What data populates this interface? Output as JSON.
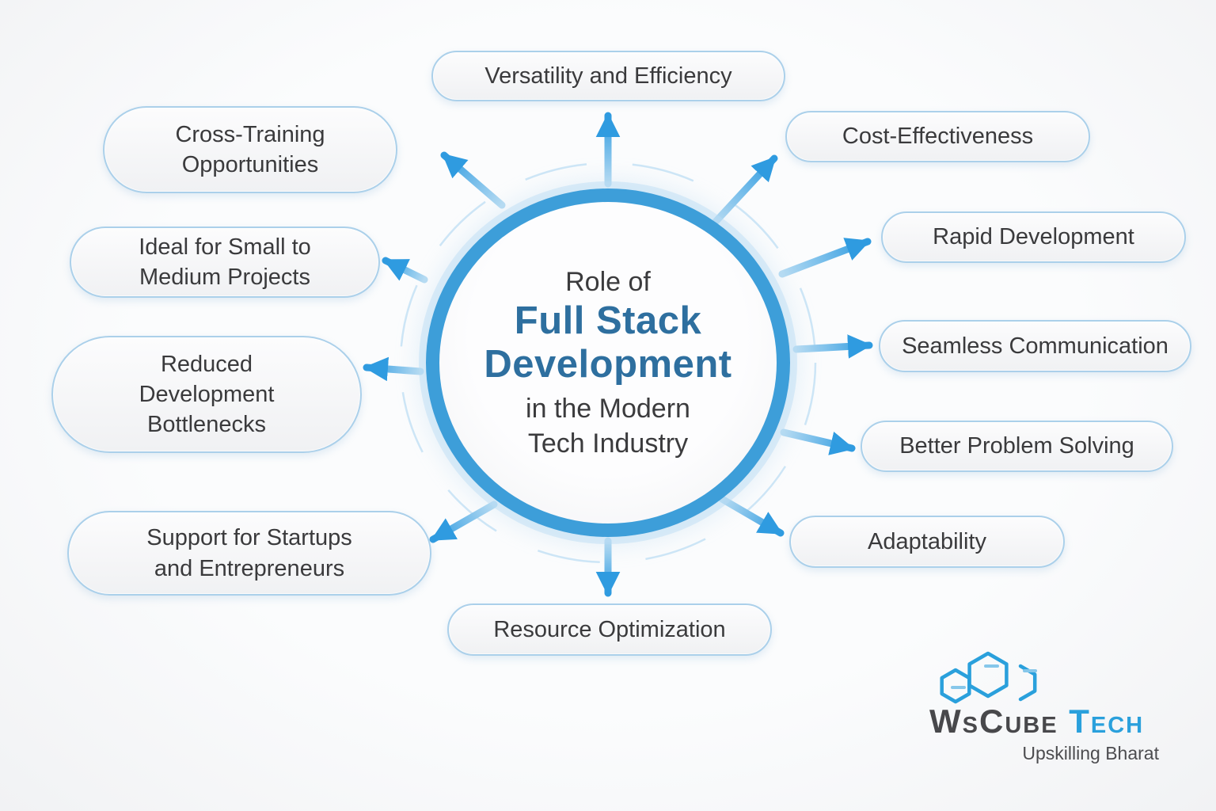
{
  "diagram": {
    "center": {
      "role": "Role of",
      "title1": "Full Stack",
      "title2": "Development",
      "sub1": "in the Modern",
      "sub2": "Tech Industry"
    }
  },
  "pills": [
    {
      "label": "Versatility and Efficiency"
    },
    {
      "label": "Cost-Effectiveness"
    },
    {
      "label": "Rapid Development"
    },
    {
      "label": "Seamless Communication"
    },
    {
      "label": "Better Problem Solving"
    },
    {
      "label": "Adaptability"
    },
    {
      "label": "Resource Optimization"
    },
    {
      "label": "Support for Startups\nand Entrepreneurs"
    },
    {
      "label": "Reduced\nDevelopment\nBottlenecks"
    },
    {
      "label": "Ideal for Small to\nMedium Projects"
    },
    {
      "label": "Cross-Training\nOpportunities"
    }
  ],
  "logo": {
    "brand": "WsCube",
    "brand_accent": "Tech",
    "tagline": "Upskilling Bharat"
  },
  "colors": {
    "ring_blue": "#3d9ed9",
    "title_blue": "#2e6f9f",
    "arrow_head_blue": "#2f9be0",
    "arrow_tail_blue": "#b7dcf3",
    "pill_border": "#abd0ea",
    "text_dark": "#3a3a3c",
    "logo_blue": "#2aa0dc",
    "background": "#f5f6f8"
  }
}
